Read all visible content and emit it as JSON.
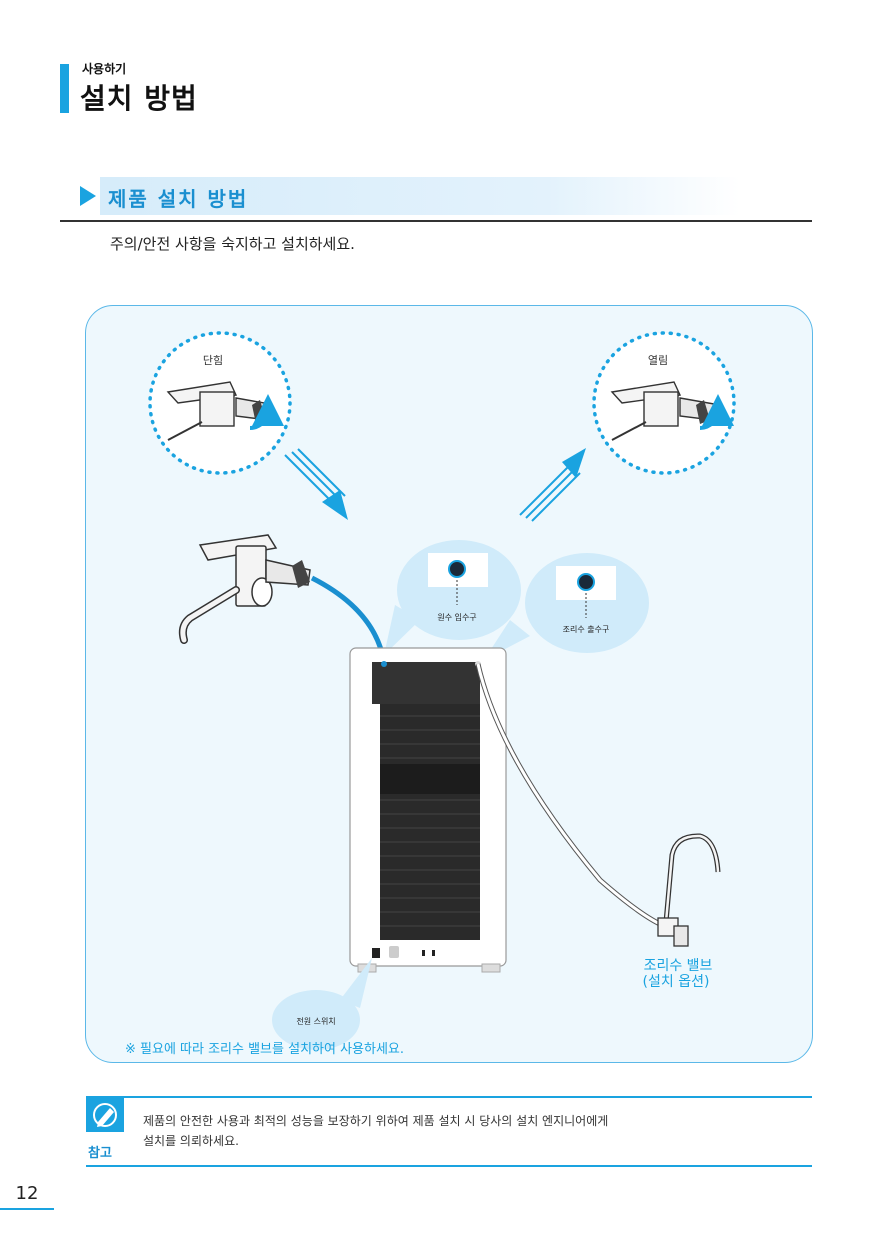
{
  "header": {
    "category": "사용하기",
    "title": "설치 방법"
  },
  "section": {
    "title": "제품 설치 방법",
    "intro": "주의/안전 사항을 숙지하고 설치하세요."
  },
  "diagram": {
    "label_closed": "단힘",
    "label_open": "열림",
    "label_inlet": "원수 입수구",
    "label_outlet": "조리수 출수구",
    "label_power": "전원 스위치",
    "label_valve_line1": "조리수 밸브",
    "label_valve_line2": "(설치 옵션)",
    "footnote": "※ 필요에 따라 조리수 밸브를 설치하여 사용하세요."
  },
  "note": {
    "label": "참고",
    "line1": "제품의 안전한 사용과 최적의 성능을 보장하기 위하여 제품 설치 시 당사의 설치 엔지니어에게",
    "line2": "설치를 의뢰하세요."
  },
  "page": {
    "number": "12"
  },
  "colors": {
    "accent": "#1aa3e0",
    "accent_text": "#1a8fd0",
    "panel_bg": "#eef8fd",
    "bubble": "#d0ebfa"
  },
  "icons": [
    "pencil-note-icon",
    "play-triangle-icon",
    "arrow-icon"
  ]
}
